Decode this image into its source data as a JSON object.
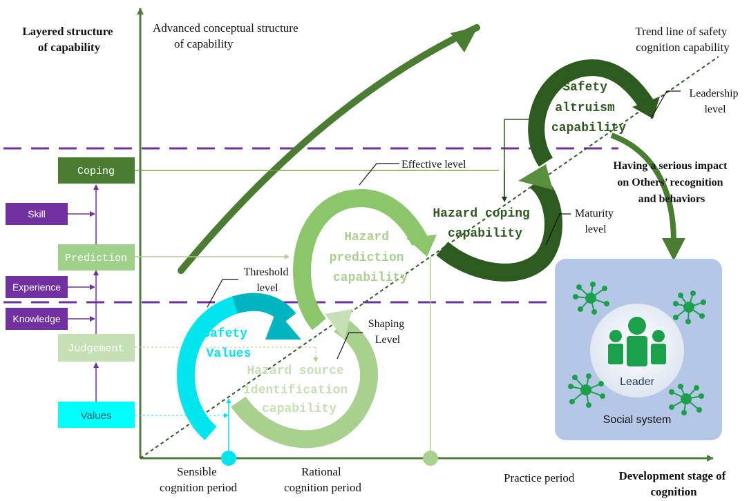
{
  "y_axis_title": [
    "Layered structure",
    "of capability"
  ],
  "x_axis_title": [
    "Development stage of",
    "cognition"
  ],
  "advanced_structure": [
    "Advanced conceptual structure",
    "of capability"
  ],
  "trend_line_label": [
    "Trend line of safety",
    "cognition capability"
  ],
  "layers": {
    "coping": "Coping",
    "prediction": "Prediction",
    "judgement": "Judgement",
    "values": "Values"
  },
  "inputs": {
    "skill": "Skill",
    "experience": "Experience",
    "knowledge": "Knowledge"
  },
  "periods": {
    "sensible": [
      "Sensible",
      "cognition period"
    ],
    "rational": [
      "Rational",
      "cognition period"
    ],
    "practice": "Practice period"
  },
  "levels": {
    "leadership": [
      "Leadership",
      "level"
    ],
    "effective": "Effective level",
    "maturity": [
      "Maturity",
      "level"
    ],
    "threshold": [
      "Threshold",
      "level"
    ],
    "shaping": [
      "Shaping",
      "Level"
    ]
  },
  "capabilities": {
    "altruism": [
      "Safety",
      "altruism",
      "capability"
    ],
    "coping": [
      "Hazard coping",
      "capability"
    ],
    "prediction": [
      "Hazard",
      "prediction",
      "capability"
    ],
    "values": [
      "Safety",
      "Values"
    ],
    "identification": [
      "Hazard source",
      "identification",
      "capability"
    ]
  },
  "impact": [
    "Having a serious impact",
    "on Others’ recognition",
    "and behaviors"
  ],
  "social": {
    "leader": "Leader",
    "system": "Social system"
  },
  "colors": {
    "axis": "#4f7d3c",
    "purple": "#7030a0",
    "coping_box": "#4a7c32",
    "prediction_box": "#9fd18a",
    "judgement_box": "#c5e0b4",
    "values_box": "#00ffff",
    "dark_green": "#2d5a1e",
    "mid_green": "#6fa84a",
    "light_green": "#a9d18e",
    "pale_green": "#c5e0b4",
    "cyan": "#00e5ee",
    "teal": "#00b4c0",
    "social_bg": "#b4c7e7",
    "people": "#1aa04a"
  }
}
